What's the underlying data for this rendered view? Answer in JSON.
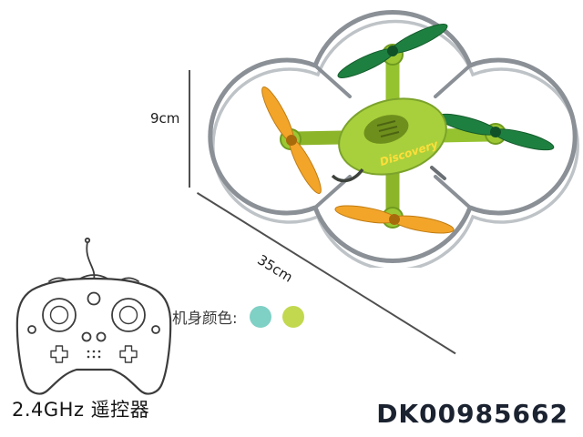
{
  "dimensions": {
    "height_label": "9cm",
    "diagonal_label": "35cm"
  },
  "body_color": {
    "label": "机身颜色:",
    "swatches": [
      {
        "name": "teal",
        "hex": "#7fd0c5"
      },
      {
        "name": "yellow-green",
        "hex": "#c2d84f"
      }
    ]
  },
  "remote": {
    "label": "2.4GHz  遥控器"
  },
  "product_code": "DK00985662",
  "drone": {
    "brand_text": "Discovery",
    "colors": {
      "cage": "#8a9096",
      "body": "#a8d03c",
      "body_dark": "#6f8f1d",
      "arm": "#95c22f",
      "prop_green": "#1e8040",
      "prop_orange": "#f3a52a"
    }
  }
}
